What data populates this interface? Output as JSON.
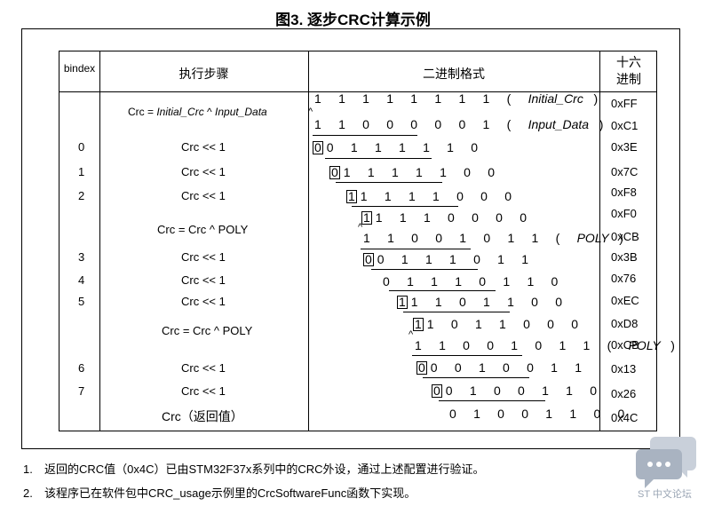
{
  "title": "图3. 逐步CRC计算示例",
  "headers": {
    "bindex": "bindex",
    "steps": "执行步骤",
    "binary": "二进制格式",
    "hex": "十六\n进制"
  },
  "rows": [
    {
      "idx": "",
      "step": "Crc = Initial_Crc ^ Input_Data",
      "hex": "0xFF"
    },
    {
      "idx": "",
      "step": "",
      "hex": "0xC1"
    },
    {
      "idx": "0",
      "step": "Crc << 1",
      "hex": "0x3E"
    },
    {
      "idx": "1",
      "step": "Crc << 1",
      "hex": "0x7C"
    },
    {
      "idx": "2",
      "step": "Crc << 1",
      "hex": "0xF8"
    },
    {
      "idx": "",
      "step": "Crc = Crc ^ POLY",
      "hex": "0xF0"
    },
    {
      "idx": "",
      "step": "",
      "hex": "0xCB"
    },
    {
      "idx": "3",
      "step": "Crc << 1",
      "hex": "0x3B"
    },
    {
      "idx": "4",
      "step": "Crc << 1",
      "hex": "0x76"
    },
    {
      "idx": "5",
      "step": "Crc << 1",
      "hex": "0xEC"
    },
    {
      "idx": "",
      "step": "Crc = Crc ^ POLY",
      "hex": "0xD8"
    },
    {
      "idx": "",
      "step": "",
      "hex": "0xCB"
    },
    {
      "idx": "6",
      "step": "Crc << 1",
      "hex": "0x13"
    },
    {
      "idx": "7",
      "step": "Crc << 1",
      "hex": "0x26"
    },
    {
      "idx": "",
      "step": "Crc（返回值）",
      "hex": "0x4C"
    }
  ],
  "binary": {
    "b0": "1 1 1 1 1 1 1 1",
    "b0_label": "Initial_Crc",
    "b1": "1 1 0 0 0 0 0 1",
    "b1_label": "Input_Data",
    "b2_box": "0",
    "b2": "0 1 1 1 1 1 0",
    "b3_box": "0",
    "b3": "1 1 1 1 1 0 0",
    "b4_box": "1",
    "b4": "1 1 1 1 0 0 0",
    "b5_box": "1",
    "b5": "1 1 1 0 0 0 0",
    "b6": "1 1 0 0 1 0 1 1",
    "b6_label": "POLY",
    "b7_box": "0",
    "b7": "0 1 1 1 0 1 1",
    "b8": "0 1 1 1 0 1 1 0",
    "b9_box": "1",
    "b9": "1 1 0 1 1 0 0",
    "b10_box": "1",
    "b10": "1 0 1 1 0 0 0",
    "b11": "1 1 0 0 1 0 1 1",
    "b11_label": "POLY",
    "b12_box": "0",
    "b12": "0 0 1 0 0 1 1",
    "b13_box": "0",
    "b13": "0 1 0 0 1 1 0",
    "b14": "0 1 0 0 1 1 0 0",
    "caret": "^",
    "paren_open": "(",
    "paren_close": ")"
  },
  "notes": [
    {
      "num": "1.",
      "text": "返回的CRC值（0x4C）已由STM32F37x系列中的CRC外设，通过上述配置进行验证。"
    },
    {
      "num": "2.",
      "text": "该程序已在软件包中CRC_usage示例里的CrcSoftwareFunc函数下实现。"
    }
  ],
  "watermark": "ST 中文论坛"
}
